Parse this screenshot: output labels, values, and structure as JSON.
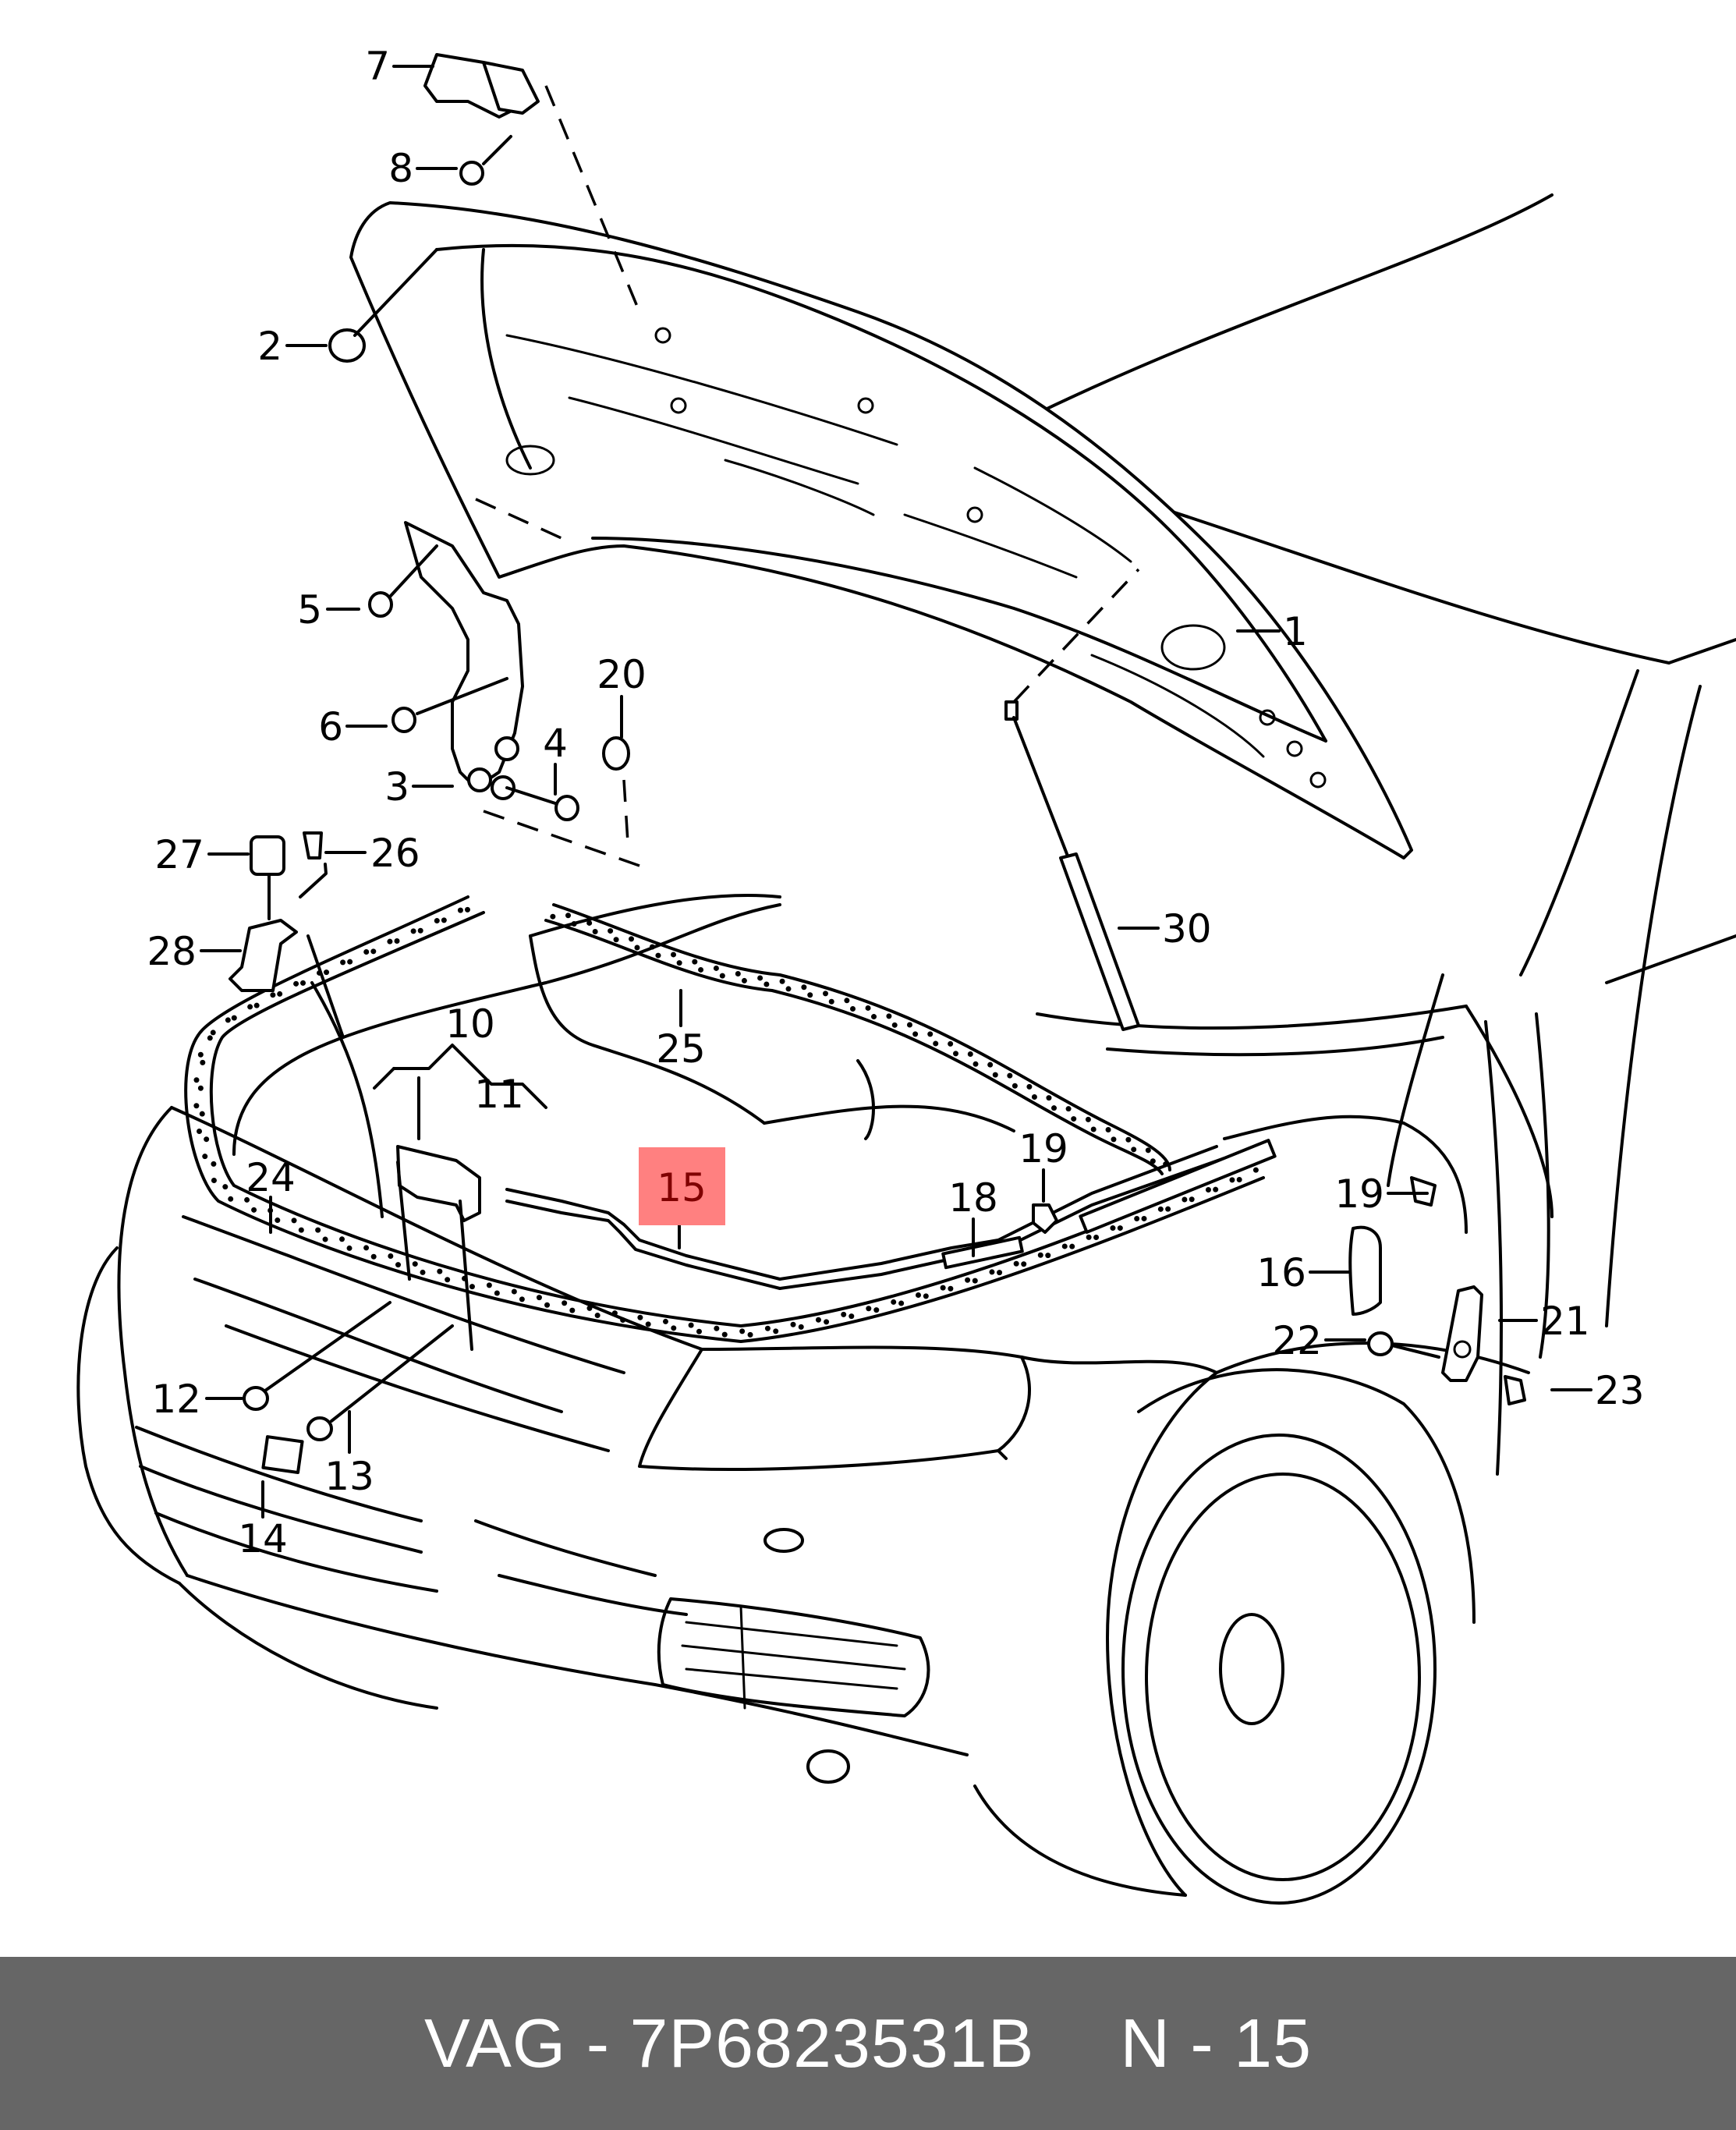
{
  "diagram": {
    "title": "Bonnet / hood release exploded view",
    "highlight_color": "#FF8080",
    "highlight_text_color": "#800000",
    "highlighted_part": "15",
    "callouts": [
      {
        "id": "1",
        "label": "1"
      },
      {
        "id": "2",
        "label": "2"
      },
      {
        "id": "3",
        "label": "3"
      },
      {
        "id": "4",
        "label": "4"
      },
      {
        "id": "5",
        "label": "5"
      },
      {
        "id": "6",
        "label": "6"
      },
      {
        "id": "7",
        "label": "7"
      },
      {
        "id": "8",
        "label": "8"
      },
      {
        "id": "10",
        "label": "10"
      },
      {
        "id": "11",
        "label": "11"
      },
      {
        "id": "12",
        "label": "12"
      },
      {
        "id": "13",
        "label": "13"
      },
      {
        "id": "14",
        "label": "14"
      },
      {
        "id": "15",
        "label": "15"
      },
      {
        "id": "16",
        "label": "16"
      },
      {
        "id": "18",
        "label": "18"
      },
      {
        "id": "19a",
        "label": "19"
      },
      {
        "id": "19b",
        "label": "19"
      },
      {
        "id": "20",
        "label": "20"
      },
      {
        "id": "21",
        "label": "21"
      },
      {
        "id": "22",
        "label": "22"
      },
      {
        "id": "23",
        "label": "23"
      },
      {
        "id": "24",
        "label": "24"
      },
      {
        "id": "25",
        "label": "25"
      },
      {
        "id": "26",
        "label": "26"
      },
      {
        "id": "27",
        "label": "27"
      },
      {
        "id": "28",
        "label": "28"
      },
      {
        "id": "30",
        "label": "30"
      }
    ]
  },
  "footer": {
    "brand": "VAG",
    "separator": "-",
    "part_number": "7P6823531B",
    "position_prefix": "N",
    "position_number": "15"
  }
}
